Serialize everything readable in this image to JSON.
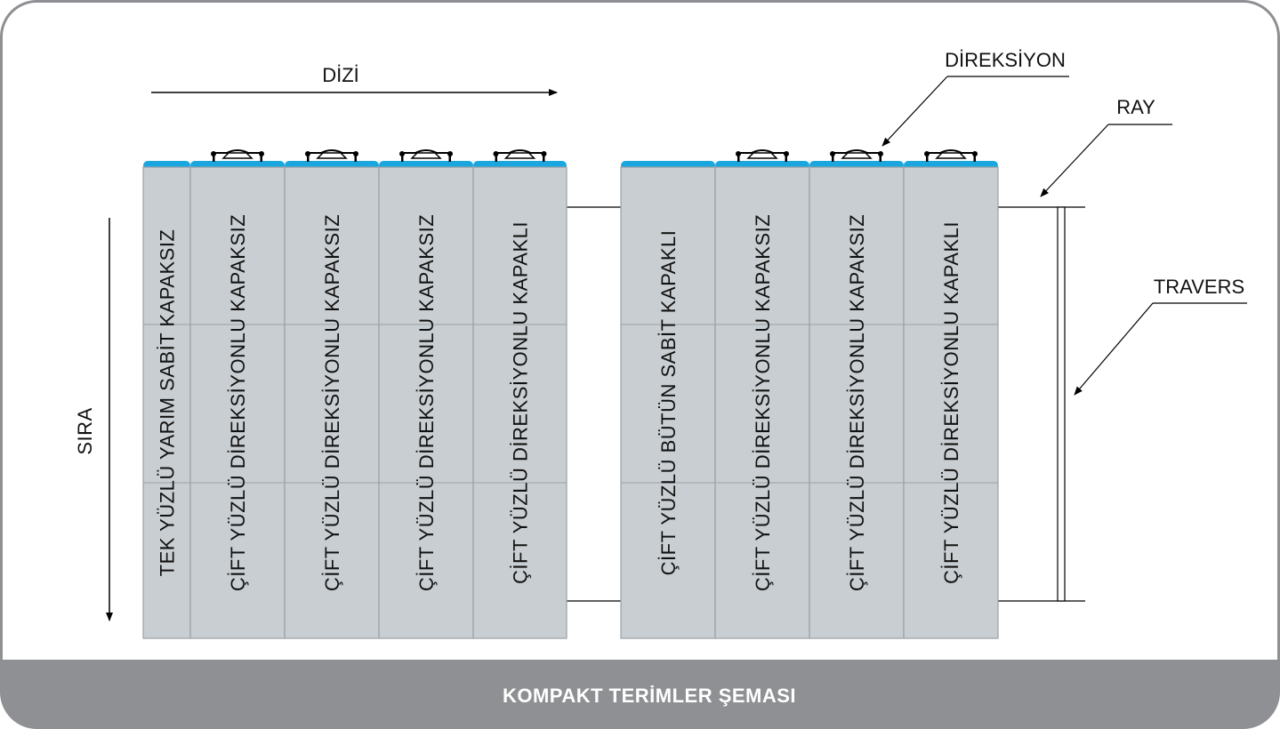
{
  "colors": {
    "frame_border": "#8e9093",
    "footer_bg": "#8e9093",
    "shelf_fill": "#c9ced2",
    "shelf_stroke": "#9aa0a4",
    "cap_blue": "#1aa6df",
    "line": "#000000"
  },
  "labels": {
    "dizi": "DİZİ",
    "sira": "SIRA",
    "direksiyon": "DİREKSİYON",
    "ray": "RAY",
    "travers": "TRAVERS"
  },
  "footer": {
    "title": "KOMPAKT TERİMLER ŞEMASI"
  },
  "left_group": {
    "units": [
      {
        "handle": false,
        "text": "TEK  YÜZLÜ  YARIM  SABİT  KAPAKSIZ"
      },
      {
        "handle": true,
        "text": "ÇİFT  YÜZLÜ  DİREKSİYONLU  KAPAKSIZ"
      },
      {
        "handle": true,
        "text": "ÇİFT  YÜZLÜ  DİREKSİYONLU  KAPAKSIZ"
      },
      {
        "handle": true,
        "text": "ÇİFT  YÜZLÜ  DİREKSİYONLU  KAPAKSIZ"
      },
      {
        "handle": true,
        "text": "ÇİFT  YÜZLÜ  DİREKSİYONLU  KAPAKLI"
      }
    ]
  },
  "right_group": {
    "units": [
      {
        "handle": false,
        "text": "ÇİFT  YÜZLÜ  BÜTÜN  SABİT  KAPAKLI"
      },
      {
        "handle": true,
        "text": "ÇİFT  YÜZLÜ  DİREKSİYONLU  KAPAKSIZ"
      },
      {
        "handle": true,
        "text": "ÇİFT  YÜZLÜ  DİREKSİYONLU  KAPAKSIZ"
      },
      {
        "handle": true,
        "text": "ÇİFT  YÜZLÜ  DİREKSİYONLU  KAPAKLI"
      }
    ]
  }
}
